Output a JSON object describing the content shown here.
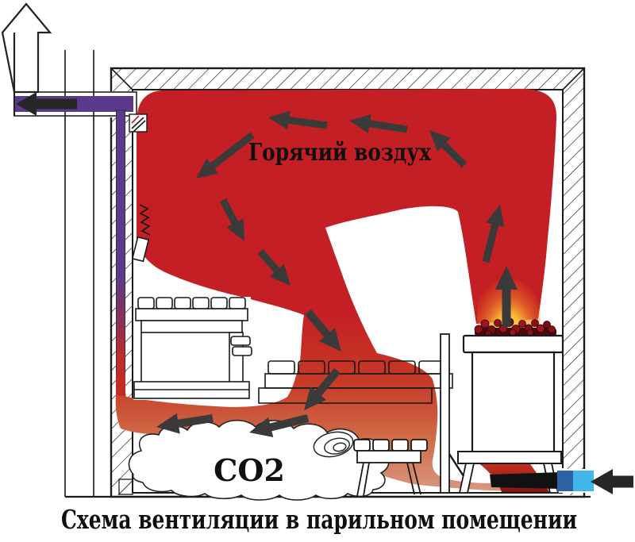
{
  "title_caption": "Схема вентиляции в парильном помещении",
  "labels": {
    "hot_air": "Горячий воздух",
    "co2": "CO2"
  },
  "colors": {
    "hot_air_red": "#c41f24",
    "cooled_orange_fade": "#dca089",
    "exhaust_purple": "#5b3a8e",
    "duct_red": "#c22c28",
    "supply_cyan": "#41b6e8",
    "supply_blue": "#2d63a6",
    "flow_arrow_dark": "#3a3a3a",
    "big_arrow_dark": "#262626",
    "glow_yellow": "#ffe76a",
    "stones_dark_red": "#8c1016",
    "outline_black": "#1b1b1b"
  },
  "flow_arrows": [
    {
      "name": "exhaust-out-left",
      "direction": "left"
    },
    {
      "name": "ceiling-flow-1",
      "direction": "left"
    },
    {
      "name": "ceiling-flow-2",
      "direction": "left"
    },
    {
      "name": "down-left-from-ceiling",
      "direction": "down-left"
    },
    {
      "name": "rise-toward-ceiling",
      "direction": "up-left"
    },
    {
      "name": "plume-rise-upper",
      "direction": "up"
    },
    {
      "name": "plume-rise-lower",
      "direction": "up"
    },
    {
      "name": "descend-1",
      "direction": "down-right"
    },
    {
      "name": "descend-2",
      "direction": "down-right"
    },
    {
      "name": "descend-3",
      "direction": "down-right"
    },
    {
      "name": "descend-4",
      "direction": "down-left"
    },
    {
      "name": "floor-flow-1",
      "direction": "left"
    },
    {
      "name": "floor-flow-2",
      "direction": "left"
    },
    {
      "name": "supply-in-left",
      "direction": "left"
    }
  ]
}
